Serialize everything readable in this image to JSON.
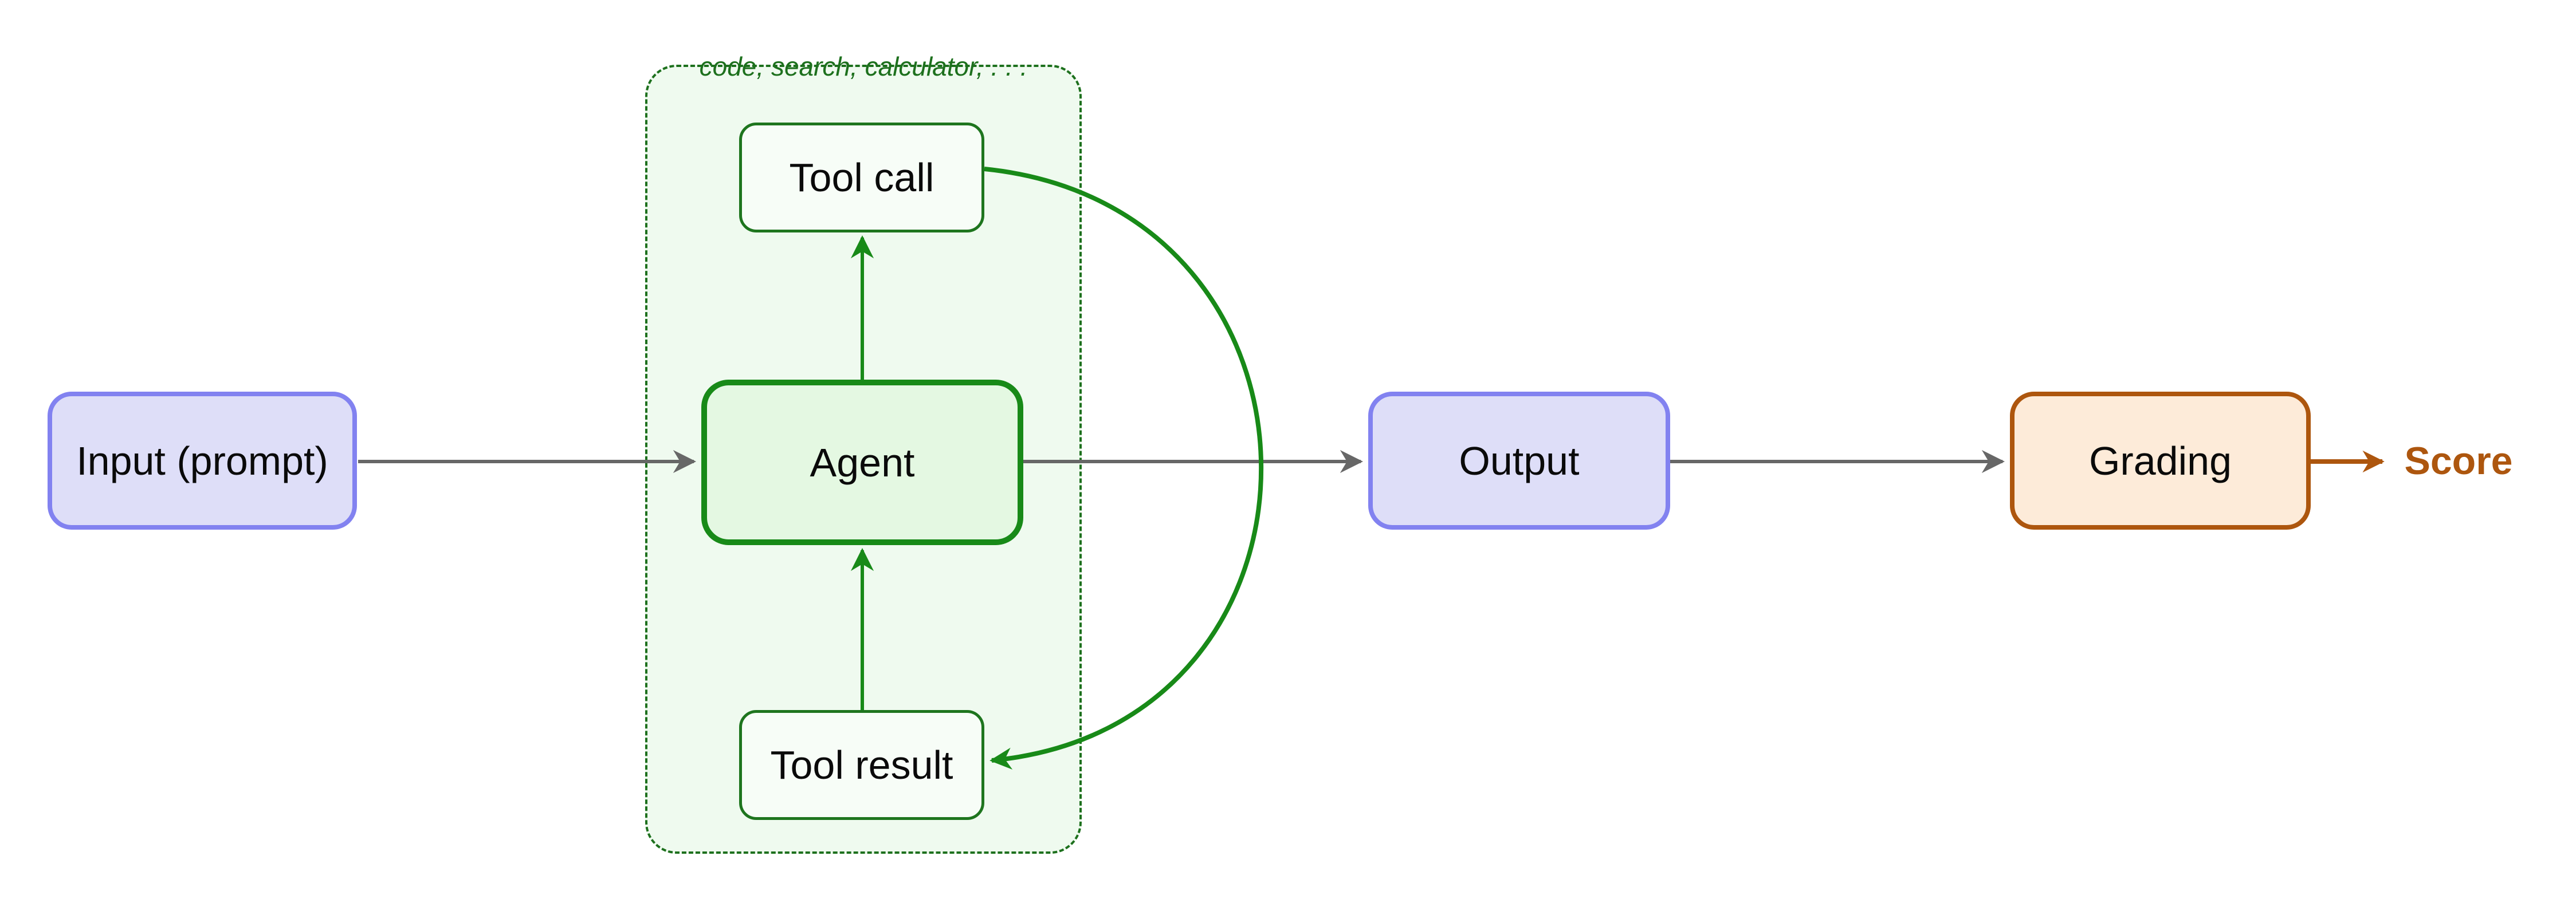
{
  "diagram": {
    "title_hint": "agent evaluation flow",
    "nodes": {
      "input": {
        "label": "Input (prompt)"
      },
      "agent": {
        "label": "Agent"
      },
      "tool_call": {
        "label": "Tool call"
      },
      "tool_result": {
        "label": "Tool result"
      },
      "output": {
        "label": "Output"
      },
      "grading": {
        "label": "Grading"
      },
      "score": {
        "label": "Score"
      }
    },
    "tool_container": {
      "label": "code, search, calculator, . . ."
    },
    "edges": [
      {
        "from": "input",
        "to": "agent",
        "color": "#676767"
      },
      {
        "from": "agent",
        "to": "tool_call",
        "color": "#188a18"
      },
      {
        "from": "tool_call",
        "to": "tool_result",
        "color": "#188a18",
        "style": "curved-right"
      },
      {
        "from": "tool_result",
        "to": "agent",
        "color": "#188a18"
      },
      {
        "from": "agent",
        "to": "output",
        "color": "#676767"
      },
      {
        "from": "output",
        "to": "grading",
        "color": "#676767"
      },
      {
        "from": "grading",
        "to": "score",
        "color": "#ad560e"
      }
    ],
    "colors": {
      "io_fill": "#dedef8",
      "io_border": "#8282f0",
      "agent_fill": "#e4f8e2",
      "agent_border": "#188a18",
      "container_fill": "#effaef",
      "container_border": "#1d701d",
      "tool_fill": "#f7fdf7",
      "tool_border": "#1e751e",
      "grading_fill": "#fdebd9",
      "grading_border": "#ad560e",
      "score_text": "#ad560e",
      "flow_arrow": "#676767",
      "tool_arrow": "#188a18",
      "background": "#ffffff"
    }
  }
}
